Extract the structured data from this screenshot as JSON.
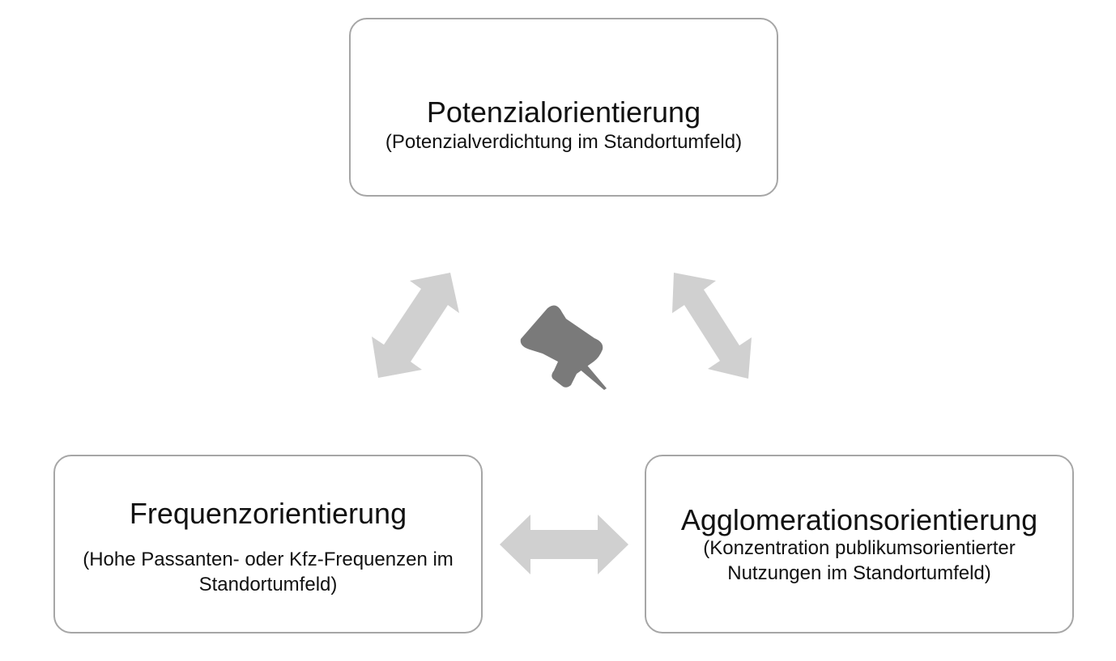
{
  "diagram": {
    "top_box": {
      "title": "Potenzialorientierung",
      "subtitle": "(Potenzialverdichtung im Standortumfeld)"
    },
    "left_box": {
      "title": "Frequenzorientierung",
      "subtitle": "(Hohe Passanten- oder Kfz-Frequenzen im Standortumfeld)"
    },
    "right_box": {
      "title": "Agglomerationsorientierung",
      "subtitle": "(Konzentration publikumsorientierter Nutzungen im Standortumfeld)"
    },
    "center_icon": "pushpin-icon",
    "colors": {
      "box_border": "#a6a6a6",
      "arrow": "#d0d0d0",
      "pin": "#7a7a7a"
    }
  }
}
